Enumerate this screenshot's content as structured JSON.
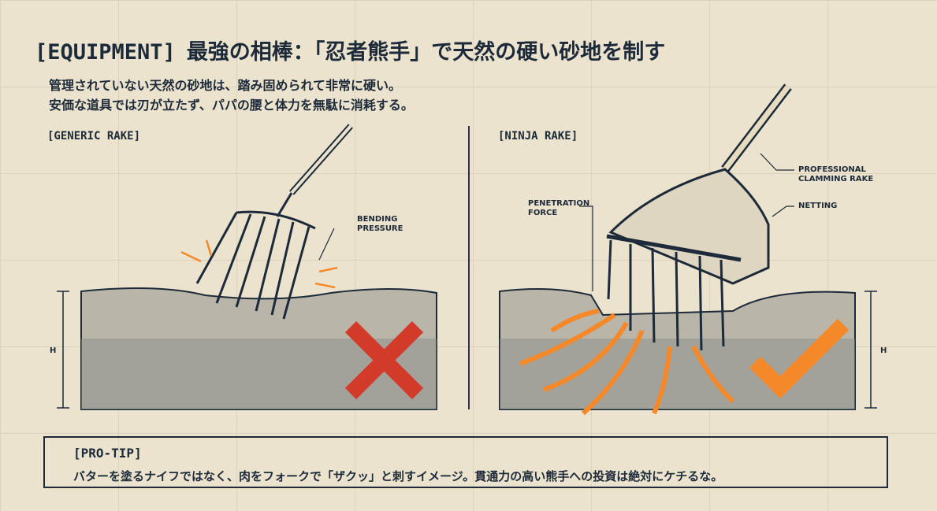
{
  "header": {
    "tag": "[EQUIPMENT]",
    "title": "最強の相棒：「忍者熊手」で天然の硬い砂地を制す"
  },
  "intro": [
    "管理されていない天然の砂地は、踏み固められて非常に硬い。",
    "安価な道具では刃が立たず、パパの腰と体力を無駄に消耗する。"
  ],
  "left_panel": {
    "label": "[GENERIC RAKE]",
    "annotation": [
      "BENDING",
      "PRESSURE"
    ],
    "height_mark": "H",
    "verdict_icon": "cross-icon"
  },
  "right_panel": {
    "label": "[NINJA RAKE]",
    "annotation_force": [
      "PENETRATION",
      "FORCE"
    ],
    "annotation_rake": [
      "PROFESSIONAL",
      "CLAMMING RAKE"
    ],
    "annotation_net": "NETTING",
    "height_mark": "H",
    "verdict_icon": "check-icon"
  },
  "tip": {
    "title": "[PRO-TIP]",
    "text": "バターを塗るナイフではなく、肉をフォークで「ザクッ」と刺すイメージ。貫通力の高い熊手への投資は絶対にケチるな。"
  },
  "colors": {
    "ink": "#1d2a3a",
    "paper": "#ebe3cd",
    "bad": "#d23b2a",
    "good": "#f5892a"
  }
}
